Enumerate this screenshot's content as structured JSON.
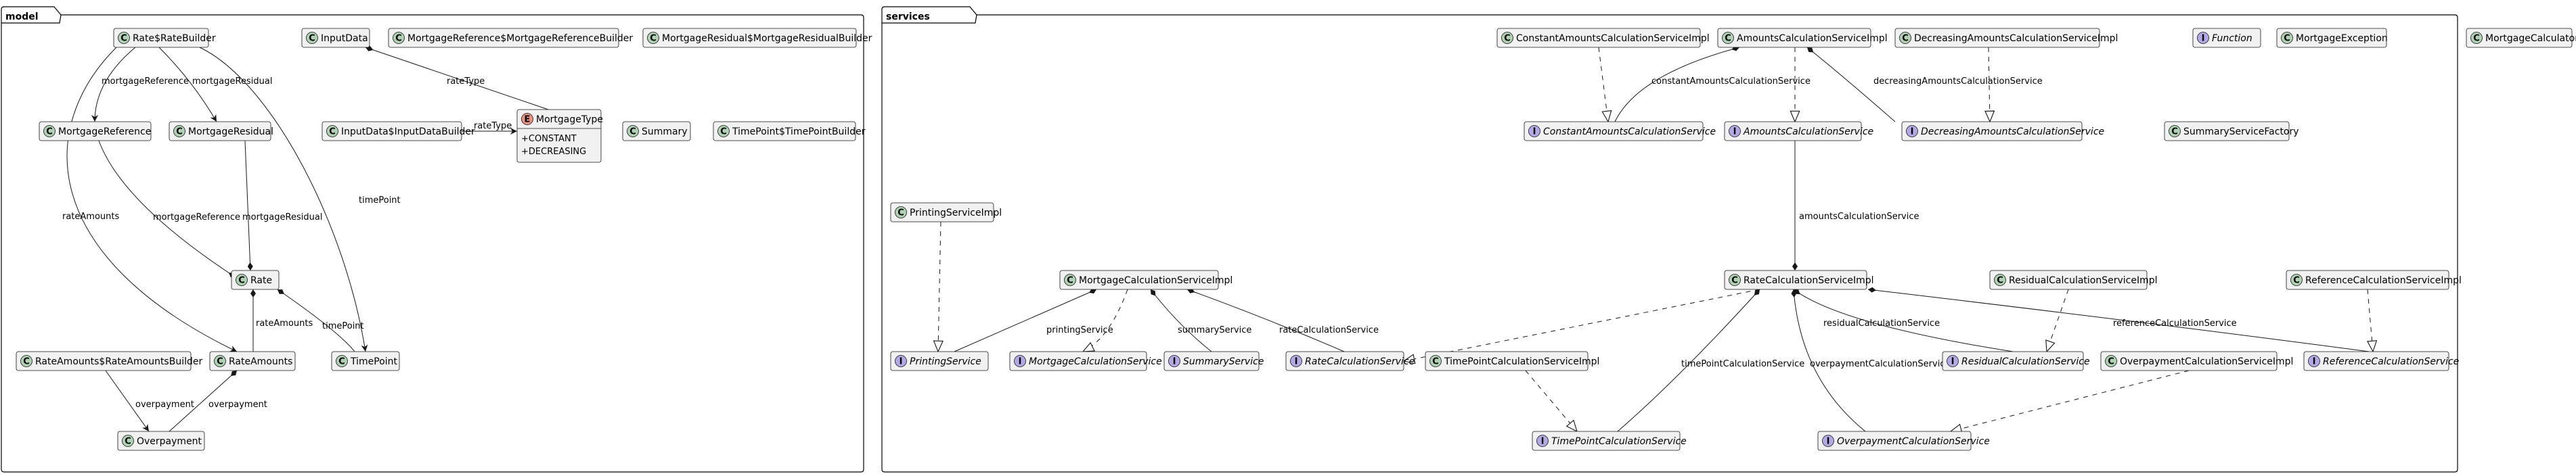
{
  "colors": {
    "node_fill": "#F1F1F1",
    "node_stroke": "#181818",
    "line": "#181818",
    "class_badge": "#ADD1B2",
    "interface_badge": "#B4A7E5",
    "enum_badge": "#EB937F",
    "package_stroke": "#000000"
  },
  "packages": [
    {
      "id": "model",
      "name": "model"
    },
    {
      "id": "services",
      "name": "services"
    }
  ],
  "nodes": [
    {
      "id": "rrb",
      "label": "Rate$RateBuilder",
      "kind": "class"
    },
    {
      "id": "inputData",
      "label": "InputData",
      "kind": "class"
    },
    {
      "id": "mrmrb",
      "label": "MortgageReference$MortgageReferenceBuilder",
      "kind": "class"
    },
    {
      "id": "mrsmrb",
      "label": "MortgageResidual$MortgageResidualBuilder",
      "kind": "class"
    },
    {
      "id": "mortgageReference",
      "label": "MortgageReference",
      "kind": "class"
    },
    {
      "id": "mortgageResidual",
      "label": "MortgageResidual",
      "kind": "class"
    },
    {
      "id": "idb",
      "label": "InputData$InputDataBuilder",
      "kind": "class"
    },
    {
      "id": "mortgageType",
      "label": "MortgageType",
      "kind": "enum",
      "members": [
        "+CONSTANT",
        "+DECREASING"
      ]
    },
    {
      "id": "summary",
      "label": "Summary",
      "kind": "class"
    },
    {
      "id": "tptpb",
      "label": "TimePoint$TimePointBuilder",
      "kind": "class"
    },
    {
      "id": "rate",
      "label": "Rate",
      "kind": "class"
    },
    {
      "id": "rarab",
      "label": "RateAmounts$RateAmountsBuilder",
      "kind": "class"
    },
    {
      "id": "rateAmounts",
      "label": "RateAmounts",
      "kind": "class"
    },
    {
      "id": "timePoint",
      "label": "TimePoint",
      "kind": "class"
    },
    {
      "id": "overpayment",
      "label": "Overpayment",
      "kind": "class"
    },
    {
      "id": "cacsImpl",
      "label": "ConstantAmountsCalculationServiceImpl",
      "kind": "class"
    },
    {
      "id": "acsImpl",
      "label": "AmountsCalculationServiceImpl",
      "kind": "class"
    },
    {
      "id": "dacsImpl",
      "label": "DecreasingAmountsCalculationServiceImpl",
      "kind": "class"
    },
    {
      "id": "function",
      "label": "Function",
      "kind": "interface"
    },
    {
      "id": "mortgageException",
      "label": "MortgageException",
      "kind": "class"
    },
    {
      "id": "cacs",
      "label": "ConstantAmountsCalculationService",
      "kind": "interface"
    },
    {
      "id": "acs",
      "label": "AmountsCalculationService",
      "kind": "interface"
    },
    {
      "id": "dacs",
      "label": "DecreasingAmountsCalculationService",
      "kind": "interface"
    },
    {
      "id": "ssf",
      "label": "SummaryServiceFactory",
      "kind": "class"
    },
    {
      "id": "psImpl",
      "label": "PrintingServiceImpl",
      "kind": "class"
    },
    {
      "id": "mcsImpl",
      "label": "MortgageCalculationServiceImpl",
      "kind": "class"
    },
    {
      "id": "rcsImpl",
      "label": "RateCalculationServiceImpl",
      "kind": "class"
    },
    {
      "id": "rescsImpl",
      "label": "ResidualCalculationServiceImpl",
      "kind": "class"
    },
    {
      "id": "refcsImpl",
      "label": "ReferenceCalculationServiceImpl",
      "kind": "class"
    },
    {
      "id": "ps",
      "label": "PrintingService",
      "kind": "interface"
    },
    {
      "id": "mcs",
      "label": "MortgageCalculationService",
      "kind": "interface"
    },
    {
      "id": "ss",
      "label": "SummaryService",
      "kind": "interface"
    },
    {
      "id": "rcs",
      "label": "RateCalculationService",
      "kind": "interface"
    },
    {
      "id": "tpcsImpl",
      "label": "TimePointCalculationServiceImpl",
      "kind": "class"
    },
    {
      "id": "rescs",
      "label": "ResidualCalculationService",
      "kind": "interface"
    },
    {
      "id": "ocsImpl",
      "label": "OverpaymentCalculationServiceImpl",
      "kind": "class"
    },
    {
      "id": "refcs",
      "label": "ReferenceCalculationService",
      "kind": "interface"
    },
    {
      "id": "tpcs",
      "label": "TimePointCalculationService",
      "kind": "interface"
    },
    {
      "id": "ocs",
      "label": "OverpaymentCalculationService",
      "kind": "interface"
    },
    {
      "id": "mortgageCalculator",
      "label": "MortgageCalculator",
      "kind": "class"
    }
  ],
  "edges": [
    {
      "id": "e1",
      "from": "rrb",
      "to": "mortgageReference",
      "type": "dependency",
      "label": "mortgageReference"
    },
    {
      "id": "e2",
      "from": "rrb",
      "to": "mortgageResidual",
      "type": "dependency",
      "label": "mortgageResidual"
    },
    {
      "id": "e3",
      "from": "rrb",
      "to": "rateAmounts",
      "type": "dependency",
      "label": "rateAmounts"
    },
    {
      "id": "e4",
      "from": "rrb",
      "to": "timePoint",
      "type": "dependency",
      "label": "timePoint"
    },
    {
      "id": "e5",
      "from": "mortgageType",
      "to": "inputData",
      "type": "composition",
      "label": "rateType"
    },
    {
      "id": "e6",
      "from": "idb",
      "to": "mortgageType",
      "type": "dependency",
      "label": "rateType"
    },
    {
      "id": "e7",
      "from": "mortgageReference",
      "to": "rate",
      "type": "composition",
      "label": "mortgageReference"
    },
    {
      "id": "e8",
      "from": "mortgageResidual",
      "to": "rate",
      "type": "composition",
      "label": "mortgageResidual"
    },
    {
      "id": "e9",
      "from": "rateAmounts",
      "to": "rate",
      "type": "composition",
      "label": "rateAmounts"
    },
    {
      "id": "e10",
      "from": "timePoint",
      "to": "rate",
      "type": "composition",
      "label": "timePoint"
    },
    {
      "id": "e11",
      "from": "rarab",
      "to": "overpayment",
      "type": "dependency",
      "label": "overpayment"
    },
    {
      "id": "e12",
      "from": "overpayment",
      "to": "rateAmounts",
      "type": "composition",
      "label": "overpayment"
    },
    {
      "id": "e13",
      "from": "cacsImpl",
      "to": "cacs",
      "type": "realization",
      "label": ""
    },
    {
      "id": "e14",
      "from": "cacs",
      "to": "acsImpl",
      "type": "composition",
      "label": "constantAmountsCalculationService"
    },
    {
      "id": "e15",
      "from": "acsImpl",
      "to": "acs",
      "type": "realization",
      "label": ""
    },
    {
      "id": "e16",
      "from": "dacs",
      "to": "acsImpl",
      "type": "composition",
      "label": "decreasingAmountsCalculationService"
    },
    {
      "id": "e17",
      "from": "dacsImpl",
      "to": "dacs",
      "type": "realization",
      "label": ""
    },
    {
      "id": "e18",
      "from": "acs",
      "to": "rcsImpl",
      "type": "composition",
      "label": "amountsCalculationService"
    },
    {
      "id": "e19",
      "from": "psImpl",
      "to": "ps",
      "type": "realization",
      "label": ""
    },
    {
      "id": "e20",
      "from": "ps",
      "to": "mcsImpl",
      "type": "composition",
      "label": "printingService"
    },
    {
      "id": "e21",
      "from": "mcsImpl",
      "to": "mcs",
      "type": "realization",
      "label": ""
    },
    {
      "id": "e22",
      "from": "ss",
      "to": "mcsImpl",
      "type": "composition",
      "label": "summaryService"
    },
    {
      "id": "e23",
      "from": "rcs",
      "to": "mcsImpl",
      "type": "composition",
      "label": "rateCalculationService"
    },
    {
      "id": "e24",
      "from": "rcsImpl",
      "to": "rcs",
      "type": "realization",
      "label": ""
    },
    {
      "id": "e25",
      "from": "tpcs",
      "to": "rcsImpl",
      "type": "composition",
      "label": "timePointCalculationService"
    },
    {
      "id": "e26",
      "from": "ocs",
      "to": "rcsImpl",
      "type": "composition",
      "label": "overpaymentCalculationService"
    },
    {
      "id": "e27",
      "from": "rescs",
      "to": "rcsImpl",
      "type": "composition",
      "label": "residualCalculationService"
    },
    {
      "id": "e28",
      "from": "refcs",
      "to": "rcsImpl",
      "type": "composition",
      "label": "referenceCalculationService"
    },
    {
      "id": "e29",
      "from": "rescsImpl",
      "to": "rescs",
      "type": "realization",
      "label": ""
    },
    {
      "id": "e30",
      "from": "refcsImpl",
      "to": "refcs",
      "type": "realization",
      "label": ""
    },
    {
      "id": "e31",
      "from": "tpcsImpl",
      "to": "tpcs",
      "type": "realization",
      "label": ""
    },
    {
      "id": "e32",
      "from": "ocsImpl",
      "to": "ocs",
      "type": "realization",
      "label": ""
    }
  ]
}
